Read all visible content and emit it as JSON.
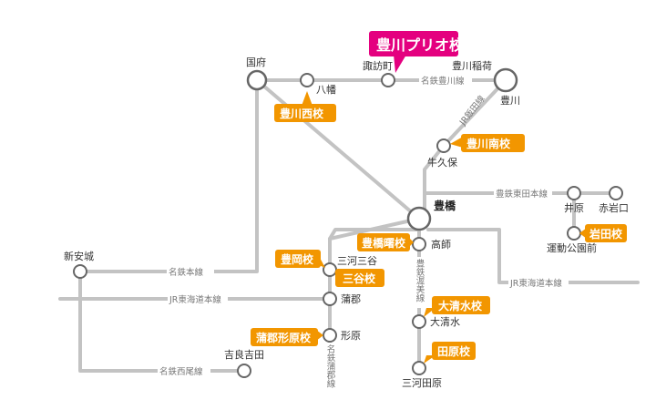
{
  "colors": {
    "line": "#c3c3c3",
    "school": "#f29600",
    "featured": "#e4007f",
    "station_stroke": "#666666"
  },
  "featured_school": "豊川プリオ校",
  "stations": {
    "kokufu": "国府",
    "yawata": "八幡",
    "suwacho": "諏訪町",
    "toyokawa_inari": "豊川稲荷",
    "toyokawa": "豊川",
    "ushikubo": "牛久保",
    "toyohashi": "豊橋",
    "ihara": "井原",
    "akaiwaguchi": "赤岩口",
    "undokoen_mae": "運動公園前",
    "takashi": "高師",
    "mikawa_mitani": "三河三谷",
    "gamagori": "蒲郡",
    "katahara": "形原",
    "shin_anjo": "新安城",
    "kira_yoshida": "吉良吉田",
    "oshimizu": "大清水",
    "mikawa_tawara": "三河田原"
  },
  "lines": {
    "meitetsu_toyokawa": "名鉄豊川線",
    "jr_iida": "JR飯田線",
    "toyotetsu_azumada": "豊鉄東田本線",
    "meitetsu_honsen": "名鉄本線",
    "jr_tokaido_left": "JR東海道本線",
    "jr_tokaido_right": "JR東海道本線",
    "toyotetsu_atsumi": "豊鉄渥美線",
    "meitetsu_gamagori": "名鉄蒲郡線",
    "meitetsu_nishio": "名鉄西尾線"
  },
  "schools": {
    "toyokawa_nishi": "豊川西校",
    "toyokawa_minami": "豊川南校",
    "iwata": "岩田校",
    "toyohashi_akebono": "豊橋曙校",
    "toyooka": "豊岡校",
    "mitani": "三谷校",
    "gamagori_katahara": "蒲郡形原校",
    "oshimizu": "大清水校",
    "tahara": "田原校"
  }
}
